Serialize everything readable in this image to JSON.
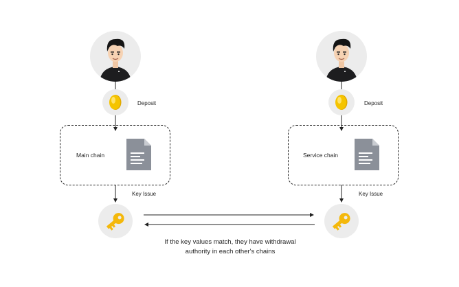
{
  "left": {
    "deposit_label": "Deposit",
    "chain_label": "Main chain",
    "key_label": "Key Issue"
  },
  "right": {
    "deposit_label": "Deposit",
    "chain_label": "Service chain",
    "key_label": "Key Issue"
  },
  "caption": {
    "line1": "If the key values match, they have withdrawal",
    "line2": "authority in each other's chains"
  },
  "icons": {
    "person": "person-avatar-icon",
    "coin": "coin-icon",
    "document": "document-icon",
    "key": "key-icon"
  },
  "colors": {
    "circle_bg": "#ececec",
    "coin": "#f5c400",
    "key": "#f4b80b",
    "document": "#8b9099",
    "line": "#222222"
  }
}
